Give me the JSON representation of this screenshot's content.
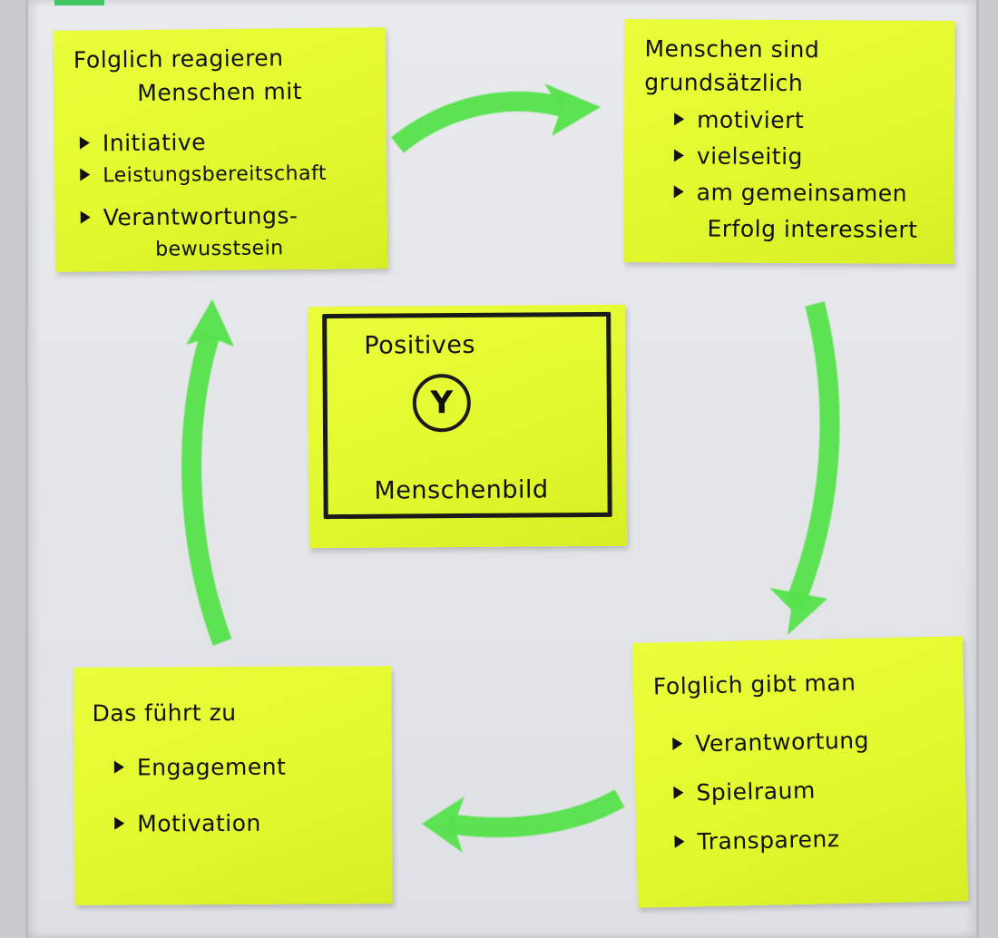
{
  "notes": {
    "top_left": {
      "title1": "Folglich reagieren",
      "title2": "Menschen mit",
      "items": [
        "Initiative",
        "Leistungsbereitschaft",
        "Verantwortungs-",
        "bewusstsein"
      ]
    },
    "top_right": {
      "title1": "Menschen sind",
      "title2": "grundsätzlich",
      "items": [
        "motiviert",
        "vielseitig",
        "am gemeinsamen",
        "Erfolg interessiert"
      ]
    },
    "center": {
      "top": "Positives",
      "symbol": "Y",
      "bottom": "Menschenbild"
    },
    "bottom_left": {
      "title": "Das führt zu",
      "items": [
        "Engagement",
        "Motivation"
      ]
    },
    "bottom_right": {
      "title": "Folglich gibt man",
      "items": [
        "Verantwortung",
        "Spielraum",
        "Transparenz"
      ]
    }
  },
  "colors": {
    "sticky_note": "#e2f92e",
    "arrow": "#55e24b",
    "ink": "#111111",
    "paper": "#e6e7eb"
  }
}
